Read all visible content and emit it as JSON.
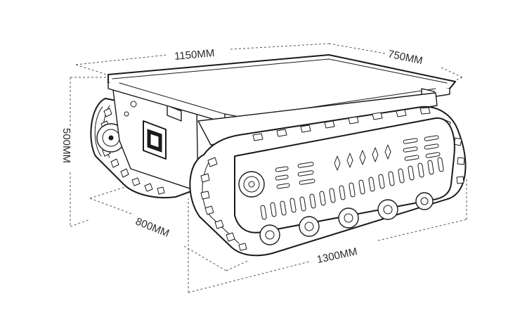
{
  "dimensions": {
    "length_top": "1150MM",
    "width_top": "750MM",
    "height": "500MM",
    "width_bottom": "800MM",
    "length_bottom": "1300MM"
  }
}
